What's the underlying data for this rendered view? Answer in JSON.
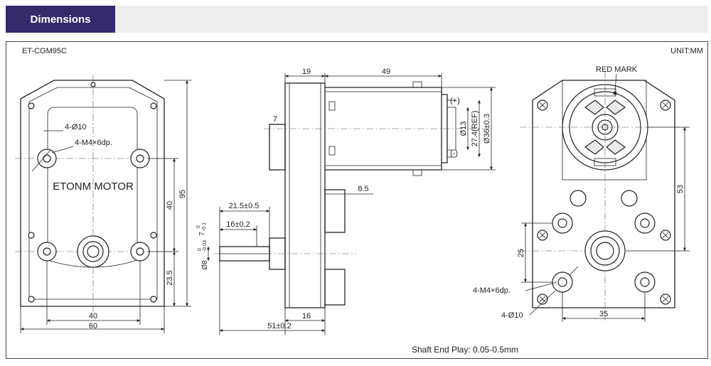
{
  "header": {
    "tab_label": "Dimensions"
  },
  "drawing": {
    "model": "ET-CGM95C",
    "unit": "UNIT:MM",
    "note": "Shaft End Play: 0.05-0.5mm",
    "front_view": {
      "hole_spec_1": "4-Ø10",
      "hole_spec_2": "4-M4×6dp.",
      "brand": "ETONM MOTOR",
      "dim_40_vertical": "40",
      "dim_95": "95",
      "dim_23_5": "23.5",
      "dim_40_horizontal": "40",
      "dim_60": "60"
    },
    "side_view": {
      "dim_19": "19",
      "dim_49": "49",
      "dim_7": "7",
      "plus": "(+)",
      "minus": "(-)",
      "dim_13": "Ø13",
      "dim_27_4": "27.4(REF)",
      "dim_36": "Ø36±0.3",
      "dim_8_5": "8.5",
      "dim_21_5": "21.5±0.5",
      "dim_16_tol": "16±0.2",
      "shaft_dia": "Ø8",
      "shaft_tol_upper": "0",
      "shaft_tol_lower": "-0.03",
      "flat_dim": "7",
      "flat_tol_upper": "0",
      "flat_tol_lower": "-0.1",
      "dim_16": "16",
      "dim_51": "51±0.2"
    },
    "rear_view": {
      "red_mark": "RED MARK",
      "dim_53": "53",
      "dim_25": "25",
      "hole_spec_1": "4-M4×6dp.",
      "hole_spec_2": "4-Ø10",
      "dim_35": "35"
    }
  }
}
